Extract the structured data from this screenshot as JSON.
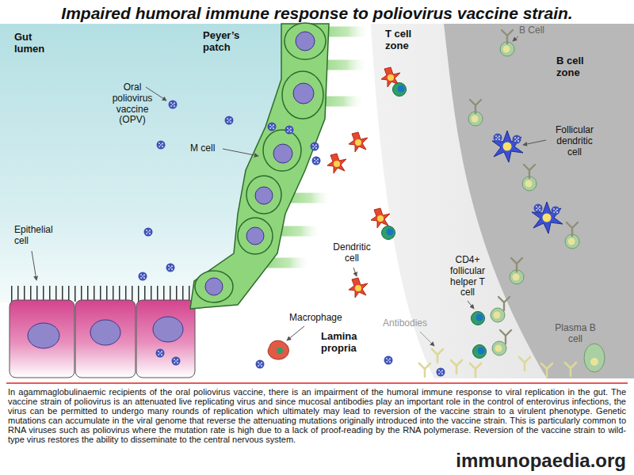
{
  "diagram": {
    "title": "Impaired humoral immune response to poliovirus vaccine strain.",
    "caption": "In agammaglobulinaemic recipients of the oral poliovirus vaccine, there is an impairment of the humoral immune response to viral replication in the gut. The vaccine strain of poliovirus is an attenuated live replicating virus and since mucosal antibodies play an important role in the control of enterovirus infections, the virus can be permitted to undergo many rounds of replication which ultimately may lead to reversion of the vaccine strain to a virulent phenotype. Genetic mutations can accumulate in the viral genome that reverse the attenuating mutations originally introduced into the vaccine strain. This is particularly common to RNA viruses such as poliovirus where the mutation rate is high due to a lack of proof-reading by the RNA polymerase. Reversion of the vaccine strain to wild-type virus restores the ability to disseminate to the central nervous system.",
    "labels": [
      "Gut lumen",
      "Peyer’s patch",
      "T cell zone",
      "B Cell",
      "B cell zone",
      "Oral poliovirus vaccine (OPV)",
      "M cell",
      "Follicular dendritic cell",
      "Epithelial cell",
      "Dendritic cell",
      "CD4+ follicular helper T cell",
      "Antibodies",
      "Macrophage",
      "Lamina propria",
      "Plasma B cell",
      "immunopaedia.org"
    ]
  }
}
